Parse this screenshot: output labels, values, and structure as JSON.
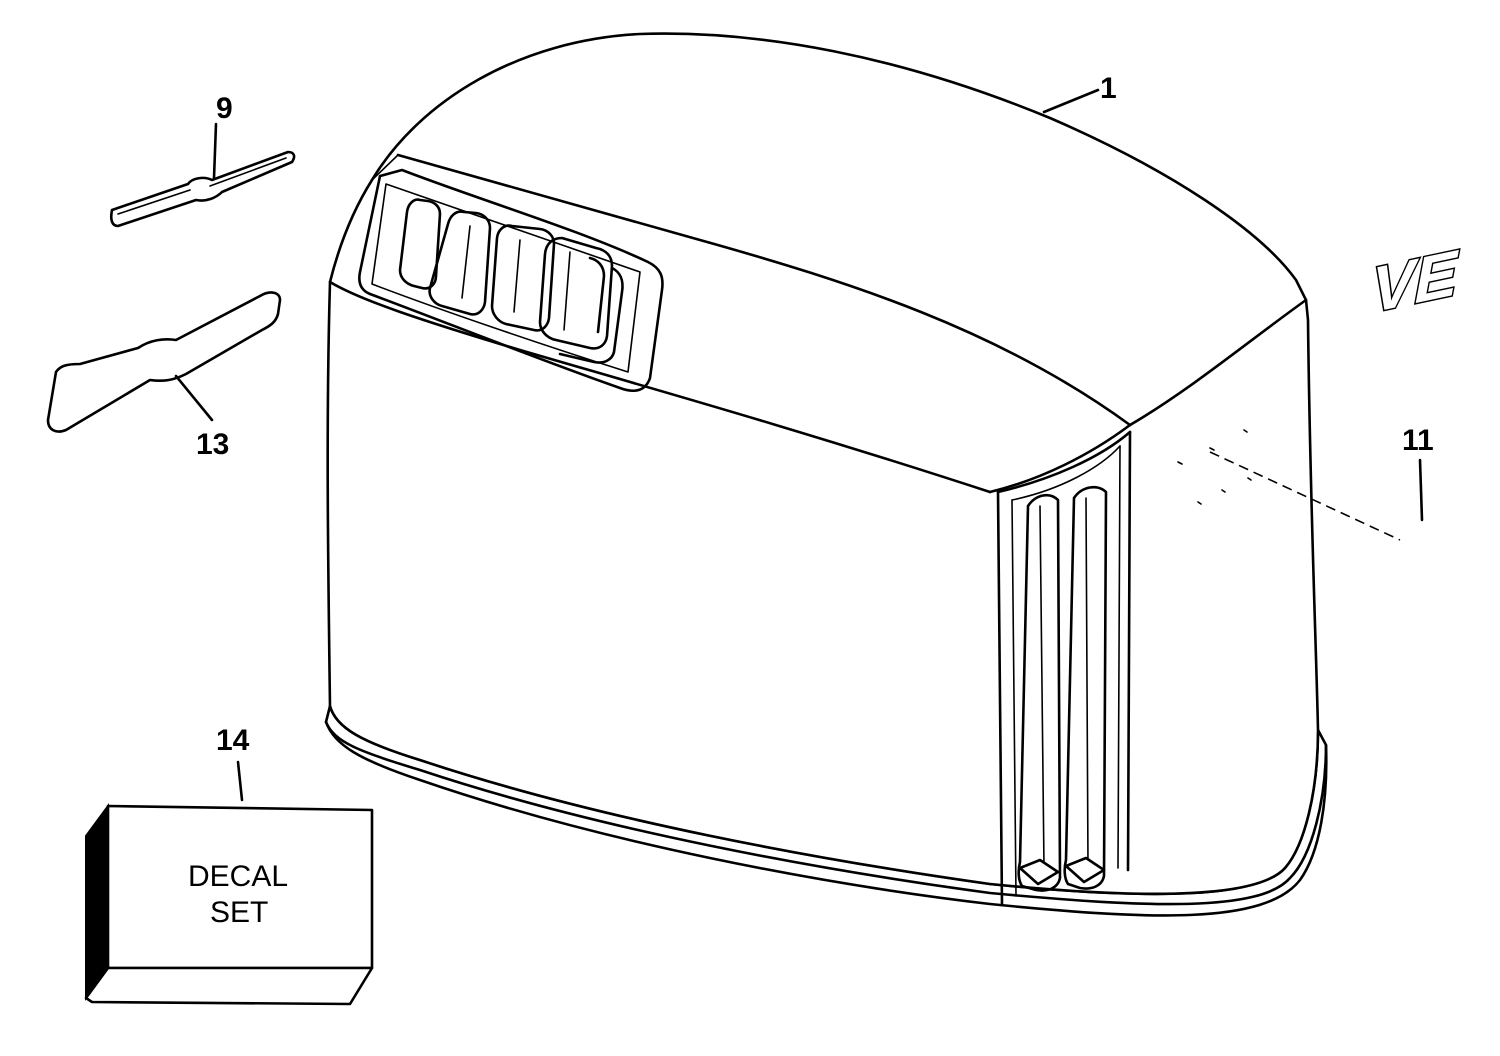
{
  "callouts": {
    "c1": "1",
    "c9": "9",
    "c11": "11",
    "c13": "13",
    "c14": "14"
  },
  "decal_box": {
    "line1": "DECAL",
    "line2": "SET"
  },
  "emblem_text": "VE",
  "colors": {
    "line": "#000000",
    "background": "#ffffff"
  }
}
